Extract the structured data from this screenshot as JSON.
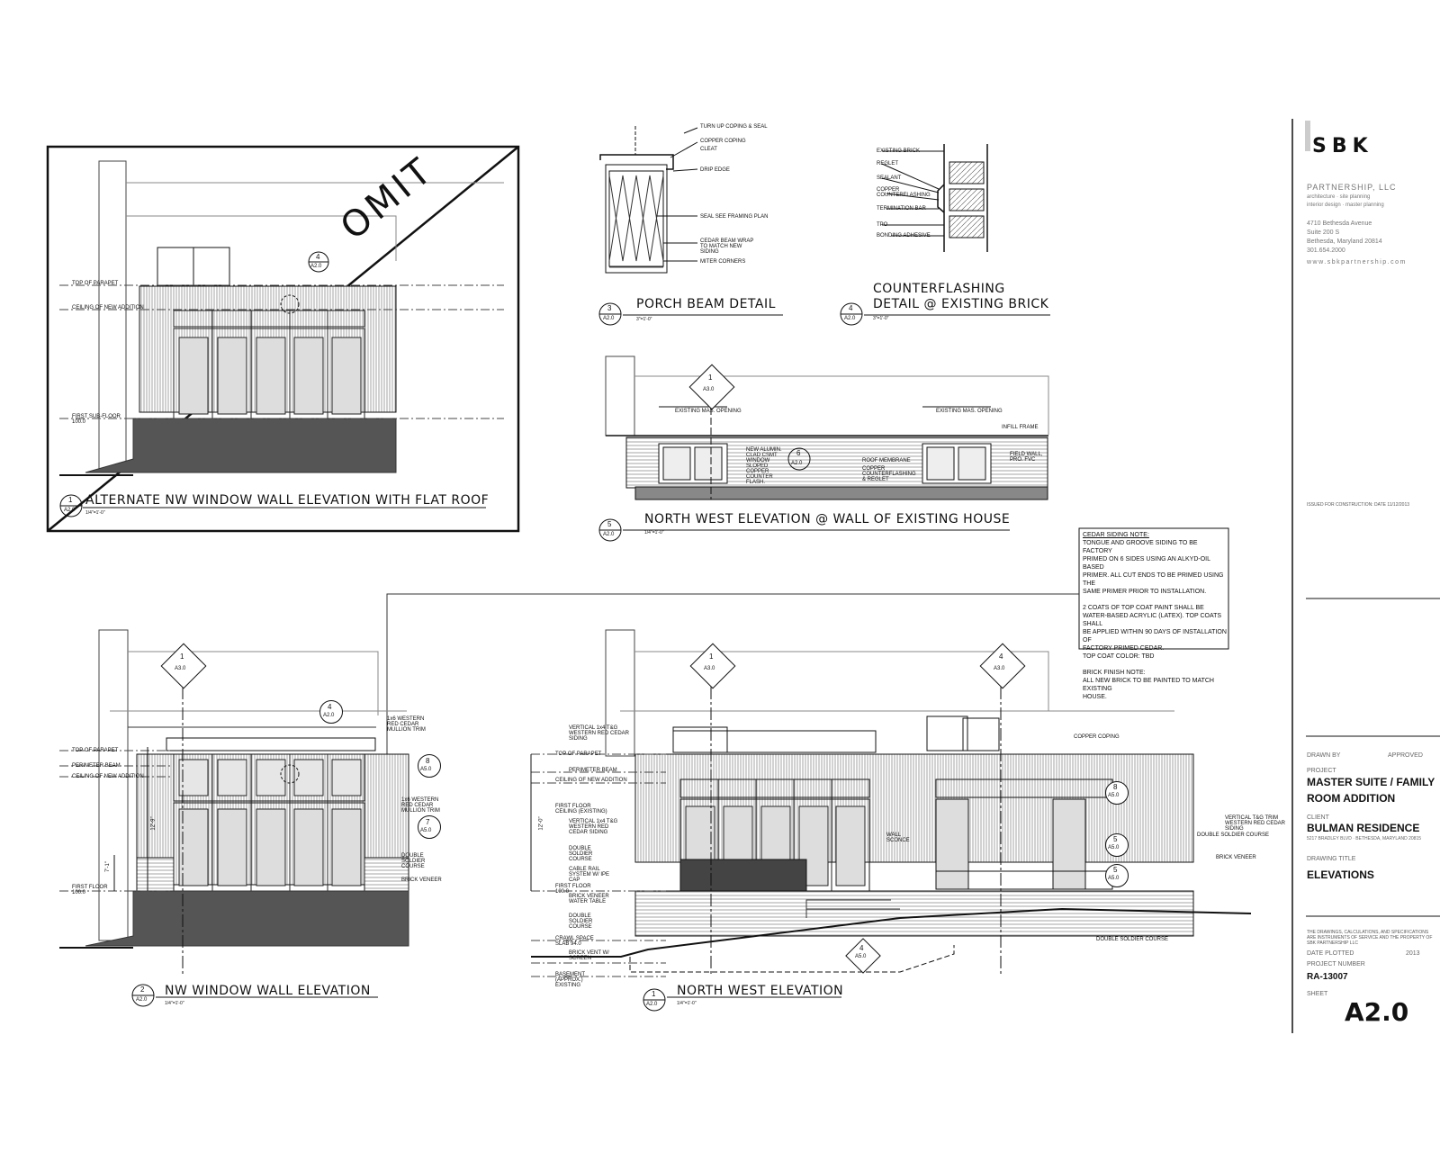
{
  "drawings": {
    "alternate": {
      "title": "ALTERNATE NW WINDOW WALL ELEVATION WITH FLAT ROOF",
      "scale": "1/4\"=1'-0\"",
      "omit": "OMIT",
      "labels": [
        "TOP OF PARAPET",
        "CEILING OF NEW ADDITION",
        "FIRST SUB-FLOOR 100.0"
      ],
      "callout_num": "4",
      "callout_ref": "A2.0",
      "bubble_num": "1",
      "bubble_ref": "A2.0"
    },
    "porch": {
      "title": "PORCH BEAM DETAIL",
      "scale": "3\"=1'-0\"",
      "bubble_num": "3",
      "bubble_ref": "A2.0",
      "notes": [
        "TURN UP COPING & SEAL",
        "COPPER COPING",
        "CLEAT",
        "DRIP EDGE",
        "SEAL SEE FRAMING PLAN",
        "CEDAR BEAM WRAP TO MATCH NEW SIDING",
        "MITER CORNERS"
      ]
    },
    "counter": {
      "title_line1": "COUNTERFLASHING",
      "title_line2": "DETAIL @ EXISTING BRICK",
      "scale": "3\"=1'-0\"",
      "bubble_num": "4",
      "bubble_ref": "A2.0",
      "notes": [
        "EXISTING BRICK",
        "REGLET",
        "SEALANT",
        "COPPER COUNTERFLASHING",
        "TERMINATION BAR",
        "TPO",
        "BONDING ADHESIVE"
      ]
    },
    "nw_existing": {
      "title": "NORTH WEST ELEVATION @ WALL OF EXISTING HOUSE",
      "scale": "1/4\"=1'-0\"",
      "bubble_num": "5",
      "bubble_ref": "A2.0",
      "callout_num": "1",
      "callout_ref": "A3.0",
      "detail_num": "6",
      "detail_ref": "A2.0",
      "notes": [
        "EXISTING MAS. OPENING",
        "EXISTING MAS. OPENING",
        "NEW ALUMIN. CLAD CSMT WINDOW",
        "SLOPED COPPER COUNTER FLASH.",
        "ROOF MEMBRANE",
        "COPPER COUNTERFLASHING & REGLET",
        "INFILL FRAME",
        "FIELD WALL, PRO. FVC"
      ]
    },
    "nw_window": {
      "title": "NW WINDOW WALL ELEVATION",
      "scale": "1/4\"=1'-0\"",
      "bubble_num": "2",
      "bubble_ref": "A2.0",
      "callout_num": "1",
      "callout_ref": "A3.0",
      "detail4_num": "4",
      "detail4_ref": "A2.0",
      "detail8_num": "8",
      "detail8_ref": "A5.0",
      "detail7_num": "7",
      "detail7_ref": "A5.0",
      "labels": [
        "TOP OF PARAPET",
        "PERIMETER BEAM",
        "CEILING OF NEW ADDITION",
        "FIRST FLOOR 100.0"
      ],
      "notes": [
        "1x6 WESTERN RED CEDAR MULLION TRIM",
        "1x6 WESTERN RED CEDAR MULLION TRIM",
        "DOUBLE SOLDIER COURSE",
        "BRICK VENEER"
      ],
      "dims": [
        "7'-1\"",
        "12'-9\""
      ]
    },
    "nw_elev": {
      "title": "NORTH WEST ELEVATION",
      "scale": "1/4\"=1'-0\"",
      "bubble_num": "1",
      "bubble_ref": "A2.0",
      "callout_a_num": "1",
      "callout_a_ref": "A3.0",
      "callout_b_num": "4",
      "callout_b_ref": "A3.0",
      "callout_c_num": "4",
      "callout_c_ref": "A5.0",
      "d8_num": "8",
      "d8_ref": "A5.0",
      "d5_num": "5",
      "d5_ref": "A5.0",
      "d5b_num": "5",
      "d5b_ref": "A5.0",
      "labels_left": [
        "VERTICAL 1x4 T&G WESTERN RED CEDAR SIDING",
        "TOP OF PARAPET",
        "PERIMETER BEAM",
        "CEILING OF NEW ADDITION",
        "FIRST FLOOR CEILING (EXISTING)",
        "VERTICAL 1x4 T&G WESTERN RED CEDAR SIDING",
        "DOUBLE SOLDIER COURSE",
        "CABLE RAIL SYSTEM W/ IPE CAP",
        "FIRST FLOOR 100.0",
        "BRICK VENEER WATER TABLE",
        "DOUBLE SOLDIER COURSE",
        "CRAWL SPACE SLAB 94.0",
        "BRICK VENT W/ SCREEN",
        "BASEMENT (APPROX.) EXISTING"
      ],
      "labels_right": [
        "COPPER COPING",
        "VERTICAL T&G TRIM WESTERN RED CEDAR SIDING",
        "DOUBLE SOLDIER COURSE",
        "BRICK VENEER",
        "DOUBLE SOLDIER COURSE",
        "WALL SCONCE"
      ],
      "dims": [
        "12'-0\""
      ]
    }
  },
  "cedar_note": {
    "heading1": "CEDAR SIDING NOTE:",
    "lines1": [
      "TONGUE AND GROOVE SIDING TO BE FACTORY",
      "PRIMED ON 6 SIDES USING AN ALKYD-OIL BASED",
      "PRIMER. ALL CUT ENDS TO BE PRIMED USING THE",
      "SAME PRIMER PRIOR TO INSTALLATION."
    ],
    "lines2": [
      "2 COATS OF TOP COAT PAINT SHALL BE",
      "WATER-BASED ACRYLIC (LATEX). TOP COATS SHALL",
      "BE APPLIED WITHIN 90 DAYS OF INSTALLATION OF",
      "FACTORY PRIMED CEDAR.",
      "TOP COAT COLOR: TBD"
    ],
    "heading2": "BRICK FINISH NOTE:",
    "lines3": [
      "ALL NEW BRICK TO BE PAINTED TO MATCH EXISTING",
      "HOUSE."
    ]
  },
  "title_block": {
    "logo": "SBK",
    "firm": "PARTNERSHIP, LLC",
    "firm_lines": [
      "architecture · site planning",
      "interior design · master planning"
    ],
    "address": [
      "4710 Bethesda Avenue",
      "Suite 200 S",
      "Bethesda, Maryland 20814",
      "301.654.2000"
    ],
    "web": "www.sbkpartnership.com",
    "issue_note": "ISSUED FOR CONSTRUCTION: DATE 11/12/2013",
    "drawn_label": "DRAWN BY",
    "approved_label": "APPROVED",
    "project_label": "PROJECT",
    "project_line1": "MASTER SUITE / FAMILY",
    "project_line2": "ROOM ADDITION",
    "client_label": "CLIENT",
    "client": "BULMAN RESIDENCE",
    "client_sub": "5217 BRADLEY BLVD · BETHESDA, MARYLAND 20815",
    "drawing_title_label": "DRAWING TITLE",
    "drawing_title": "ELEVATIONS",
    "copyright": "THE DRAWINGS, CALCULATIONS, AND SPECIFICATIONS ARE INSTRUMENTS OF SERVICE AND THE PROPERTY OF SBK PARTNERSHIP LLC",
    "date_label": "DATE PLOTTED",
    "date_val": "2013",
    "project_number_label": "PROJECT NUMBER",
    "project_number": "RA-13007",
    "sheet_label": "SHEET",
    "sheet": "A2.0"
  }
}
